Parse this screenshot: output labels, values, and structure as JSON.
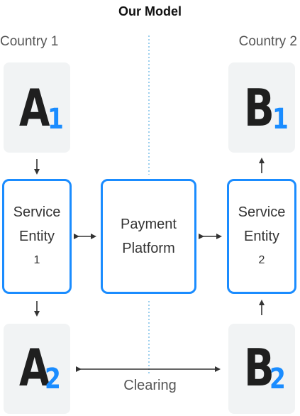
{
  "title": "Our Model",
  "countries": {
    "left": "Country 1",
    "right": "Country 2"
  },
  "tiles": {
    "a1": {
      "letter": "A",
      "sub": "1"
    },
    "b1": {
      "letter": "B",
      "sub": "1"
    },
    "a2": {
      "letter": "A",
      "sub": "2"
    },
    "b2": {
      "letter": "B",
      "sub": "2"
    }
  },
  "boxes": {
    "service1": {
      "line1": "Service",
      "line2": "Entity",
      "num": "1"
    },
    "platform": {
      "line1": "Payment",
      "line2": "Platform"
    },
    "service2": {
      "line1": "Service",
      "line2": "Entity",
      "num": "2"
    }
  },
  "clearing_label": "Clearing",
  "colors": {
    "accent": "#1a8cff",
    "tile": "#f1f3f4",
    "divider": "#9ccfee",
    "arrow": "#333333"
  }
}
